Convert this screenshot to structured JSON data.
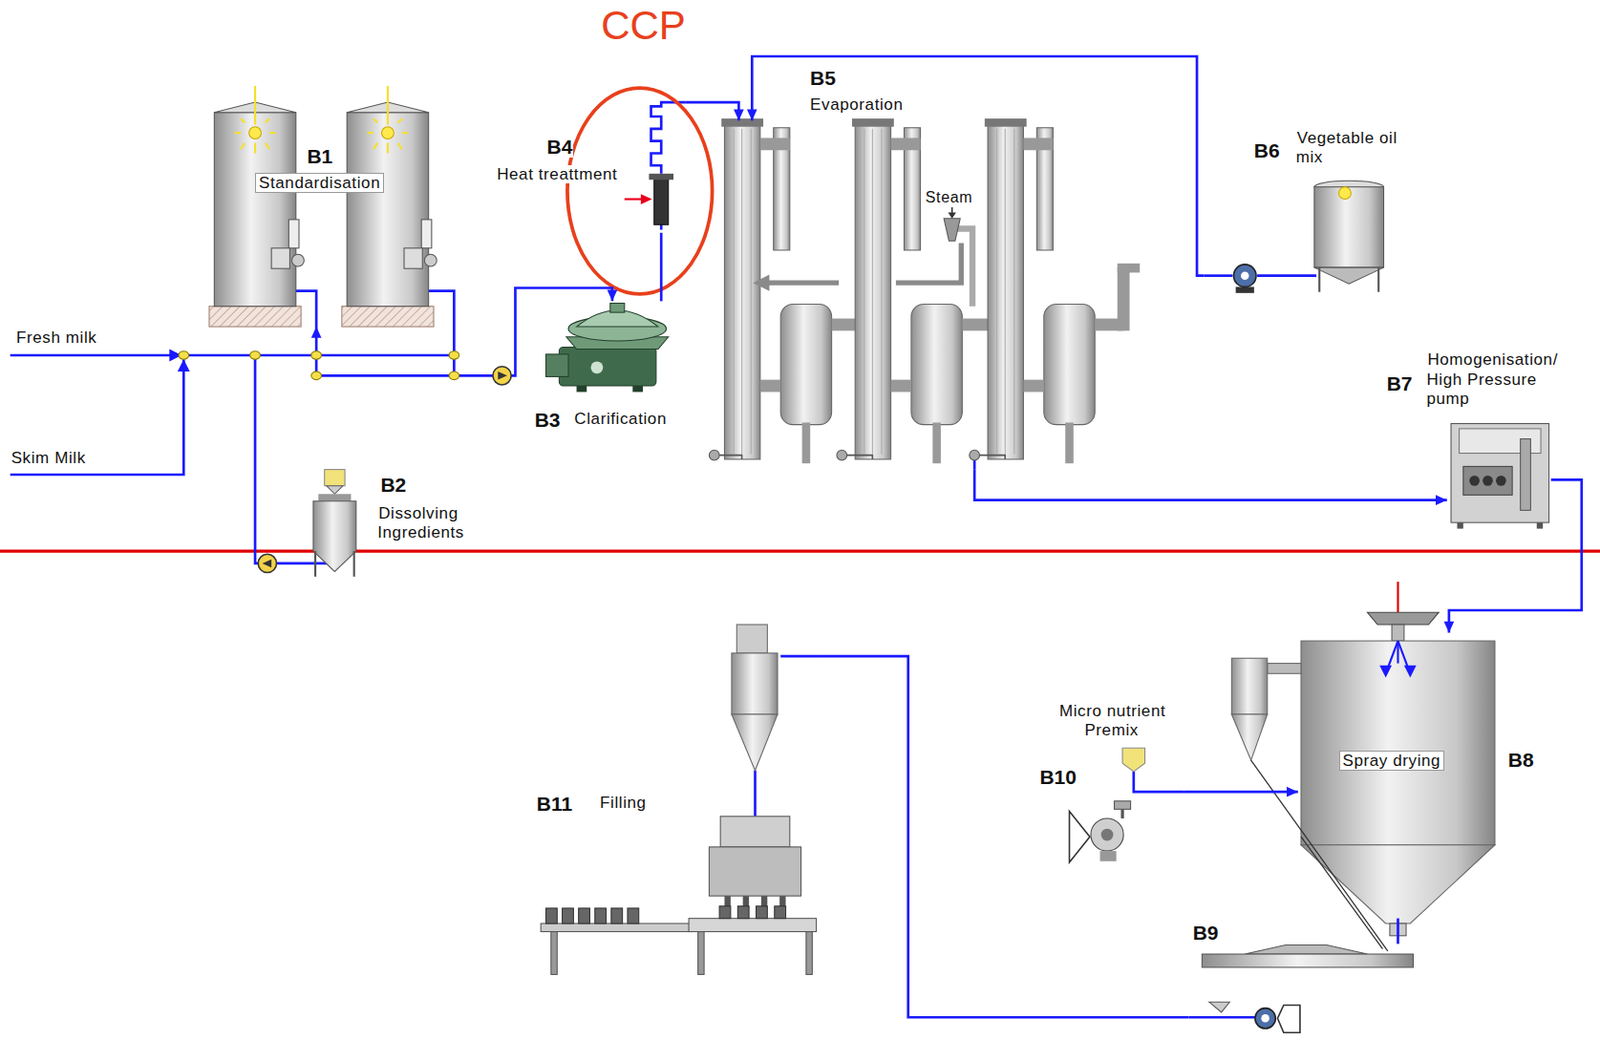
{
  "diagram": {
    "nodes": [
      {
        "text": [
          "B1",
          "Standardisation"
        ]
      },
      {
        "text": [
          "B2",
          "Dissolving Ingredients"
        ]
      },
      {
        "text": [
          "B3",
          "Clarification"
        ]
      },
      {
        "text": [
          "B4",
          "Heat treattment"
        ]
      },
      {
        "text": [
          "B5",
          "Evaporation"
        ]
      },
      {
        "text": [
          "B6",
          "Vegetable oil mix"
        ]
      },
      {
        "text": [
          "B7",
          "Homogenisation/ High Pressure pump"
        ]
      },
      {
        "text": [
          "B8",
          "Spray drying"
        ]
      },
      {
        "text": [
          "B9"
        ]
      },
      {
        "text": [
          "B10",
          "Micro nutrient Premix"
        ]
      },
      {
        "text": [
          "B11",
          "Filling"
        ]
      }
    ],
    "edges": [
      {
        "from": 1,
        "to": 0,
        "arrow": "to"
      },
      {
        "from": 0,
        "to": 2,
        "arrow": "to"
      },
      {
        "from": 2,
        "to": 3,
        "arrow": "none"
      },
      {
        "from": 3,
        "to": 4,
        "arrow": "to"
      },
      {
        "from": 5,
        "to": 4,
        "arrow": "to"
      },
      {
        "from": 4,
        "to": 6,
        "arrow": "to"
      },
      {
        "from": 6,
        "to": 7,
        "arrow": "to"
      },
      {
        "from": 9,
        "to": 7,
        "arrow": "to"
      },
      {
        "from": 7,
        "to": 8,
        "arrow": "none"
      },
      {
        "from": 8,
        "to": 10,
        "arrow": "none"
      }
    ],
    "labels": [
      "CCP",
      "Fresh milk",
      "Skim Milk",
      "Steam"
    ]
  }
}
